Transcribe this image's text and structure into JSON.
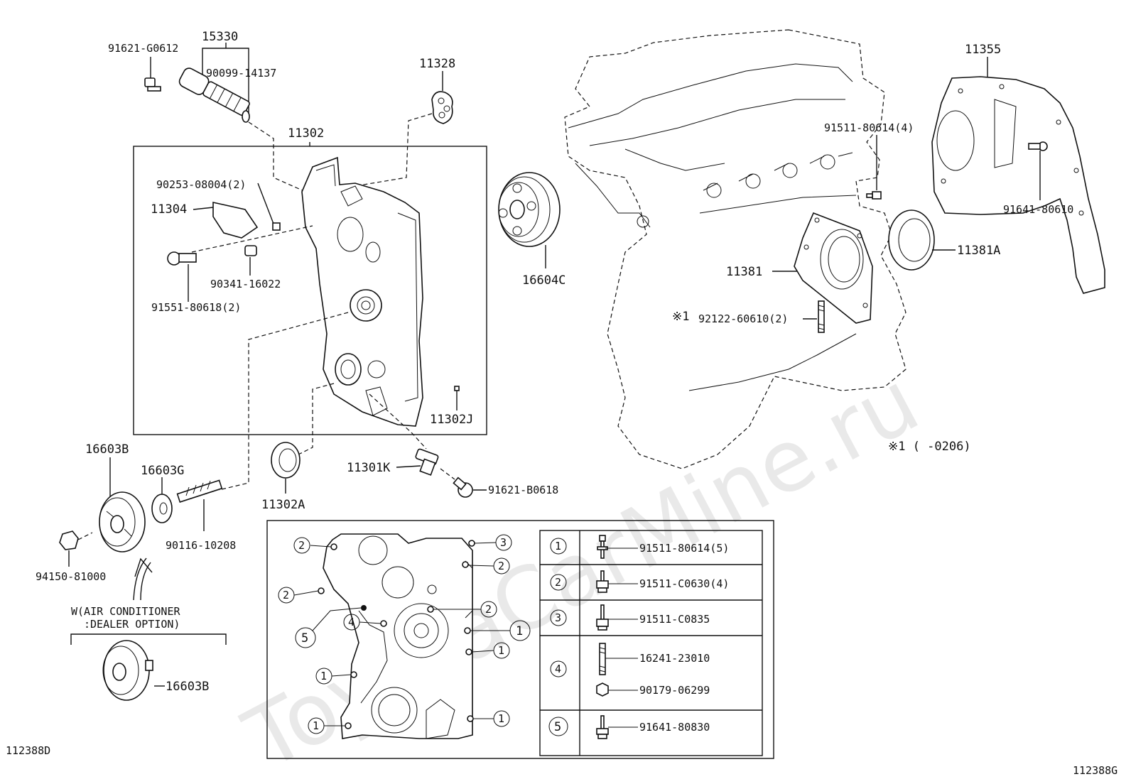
{
  "watermark": "ToyotaCarMine.ru",
  "codes": {
    "left": "112388D",
    "right": "112388G"
  },
  "labels": {
    "p15330": "15330",
    "p91621_G0612": "91621-G0612",
    "p90099_14137": "90099-14137",
    "p11328": "11328",
    "p11302": "11302",
    "p90253": "90253-08004(2)",
    "p11304": "11304",
    "p90341": "90341-16022",
    "p91551": "91551-80618(2)",
    "p16604C": "16604C",
    "p11302J": "11302J",
    "p11301K": "11301K",
    "p91621_B0618": "91621-B0618",
    "p11302A": "11302A",
    "p16603B_top": "16603B",
    "p16603G": "16603G",
    "p90116": "90116-10208",
    "p94150": "94150-81000",
    "p16603B_bottom": "16603B",
    "p11355": "11355",
    "p91511_80614_4": "91511-80614(4)",
    "p91641_80610": "91641-80610",
    "p11381A": "11381A",
    "p11381": "11381",
    "p92122": "92122-60610(2)",
    "note_marker": "※1",
    "note_text": "※1 (     -0206)"
  },
  "option_note": {
    "line1": "W(AIR CONDITIONER",
    "line2": ":DEALER OPTION)"
  },
  "inset_callouts": [
    "1",
    "2",
    "3",
    "4",
    "5"
  ],
  "fastener_table": [
    {
      "key": "1",
      "part": "91511-80614(5)"
    },
    {
      "key": "2",
      "part": "91511-C0630(4)"
    },
    {
      "key": "3",
      "part": "91511-C0835"
    },
    {
      "key": "4",
      "part": "16241-23010",
      "part2": "90179-06299"
    },
    {
      "key": "5",
      "part": "91641-80830"
    }
  ]
}
